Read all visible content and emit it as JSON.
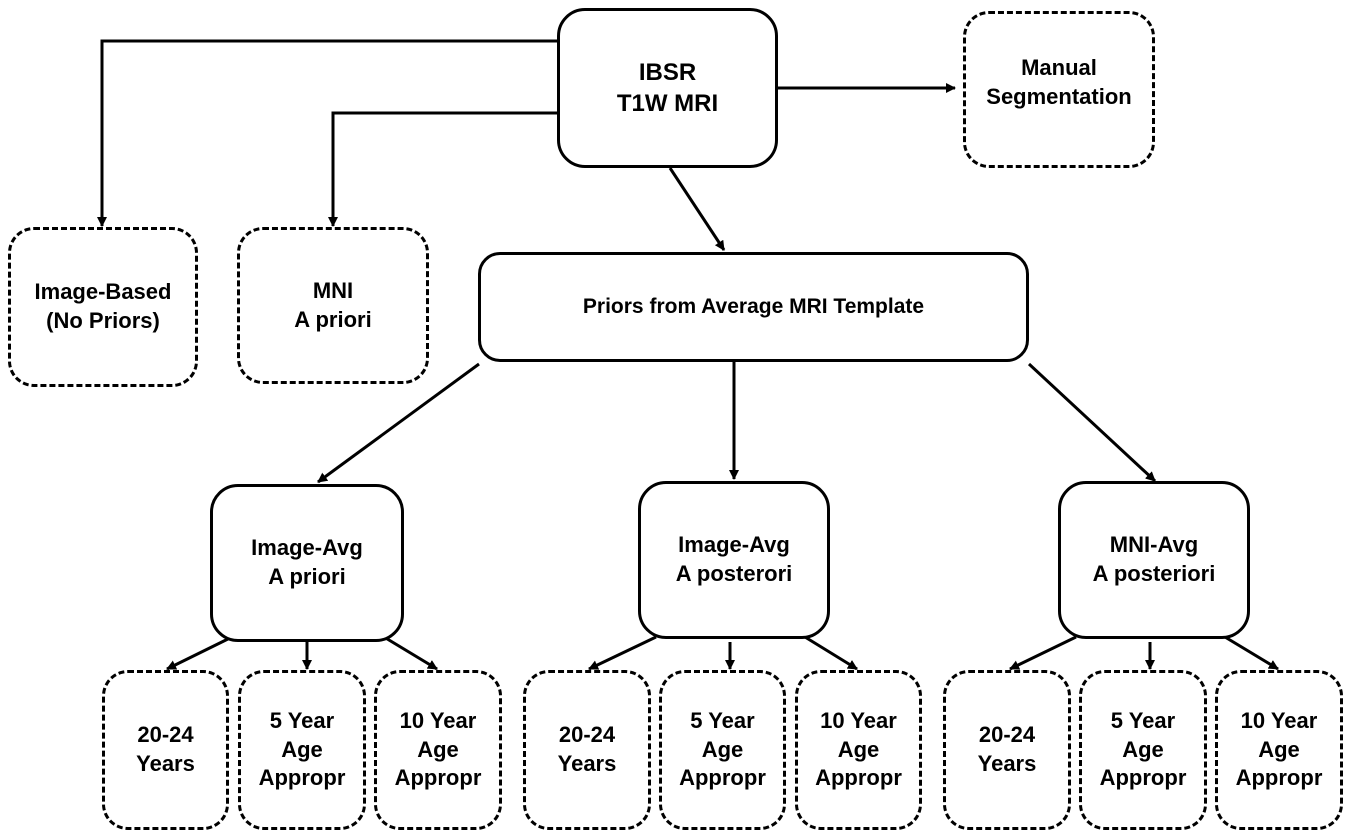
{
  "nodes": {
    "ibsr": "IBSR\nT1W MRI",
    "manual": "Manual\nSegmentation",
    "image_based": "Image-Based\n(No Priors)",
    "mni_apriori": "MNI\nA priori",
    "priors": "Priors from Average MRI Template",
    "image_avg_apriori": "Image-Avg\nA priori",
    "image_avg_aposterori": "Image-Avg\nA posterori",
    "mni_avg_aposteriori": "MNI-Avg\nA posteriori"
  },
  "groups": [
    {
      "years": "20-24\nYears",
      "five": "5 Year\nAge\nAppropr",
      "ten": "10 Year\nAge\nAppropr"
    },
    {
      "years": "20-24\nYears",
      "five": "5 Year\nAge\nAppropr",
      "ten": "10 Year\nAge\nAppropr"
    },
    {
      "years": "20-24\nYears",
      "five": "5 Year\nAge\nAppropr",
      "ten": "10 Year\nAge\nAppropr"
    }
  ]
}
